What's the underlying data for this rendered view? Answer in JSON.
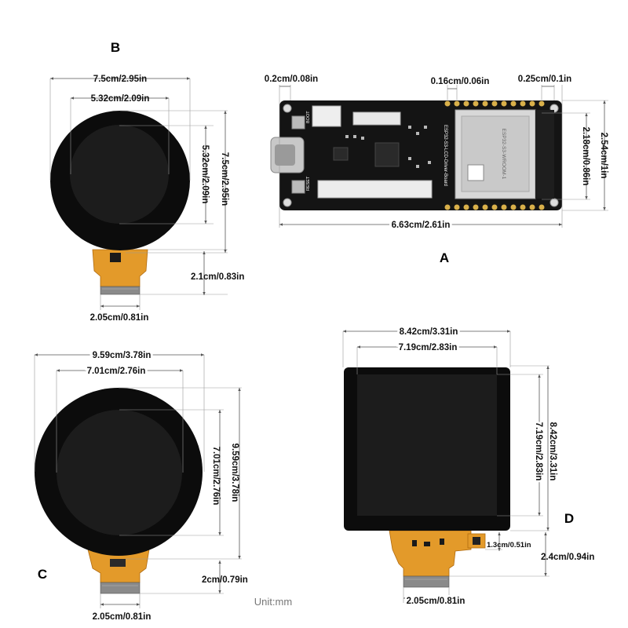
{
  "panels": {
    "A": {
      "letter": "A",
      "dims": {
        "top_left": "0.2cm/0.08in",
        "top_mid": "0.16cm/0.06in",
        "top_right": "0.25cm/0.1in",
        "right_inner": "2.18cm/0.86in",
        "right_outer": "2.54cm/1in",
        "bottom": "6.63cm/2.61in"
      },
      "board_text": {
        "silk": "ESP32-S3-LCD-Driver-Board",
        "module": "ESP32-S3-WROOM-1",
        "boot": "BOOT",
        "reset": "RESET"
      }
    },
    "B": {
      "letter": "B",
      "dims": {
        "outer_w": "7.5cm/2.95in",
        "inner_w": "5.32cm/2.09in",
        "inner_h": "5.32cm/2.09in",
        "outer_h": "7.5cm/2.95in",
        "fpc_len": "2.1cm/0.83in",
        "fpc_w": "2.05cm/0.81in"
      }
    },
    "C": {
      "letter": "C",
      "dims": {
        "outer_w": "9.59cm/3.78in",
        "inner_w": "7.01cm/2.76in",
        "inner_h": "7.01cm/2.76in",
        "outer_h": "9.59cm/3.78in",
        "fpc_len": "2cm/0.79in",
        "fpc_w": "2.05cm/0.81in"
      }
    },
    "D": {
      "letter": "D",
      "dims": {
        "outer_w": "8.42cm/3.31in",
        "inner_w": "7.19cm/2.83in",
        "inner_h": "7.19cm/2.83in",
        "outer_h": "8.42cm/3.31in",
        "fpc_short": "1.3cm/0.51in",
        "fpc_long": "2.4cm/0.94in",
        "fpc_w": "2.05cm/0.81in"
      }
    }
  },
  "unit_note": "Unit:mm",
  "colors": {
    "display_body": "#0c0c0c",
    "display_active": "#1c1c1c",
    "fpc": "#e39a2a",
    "pcb": "#141414",
    "module": "#d8d8d8",
    "gold_pad": "#d9b04a"
  }
}
